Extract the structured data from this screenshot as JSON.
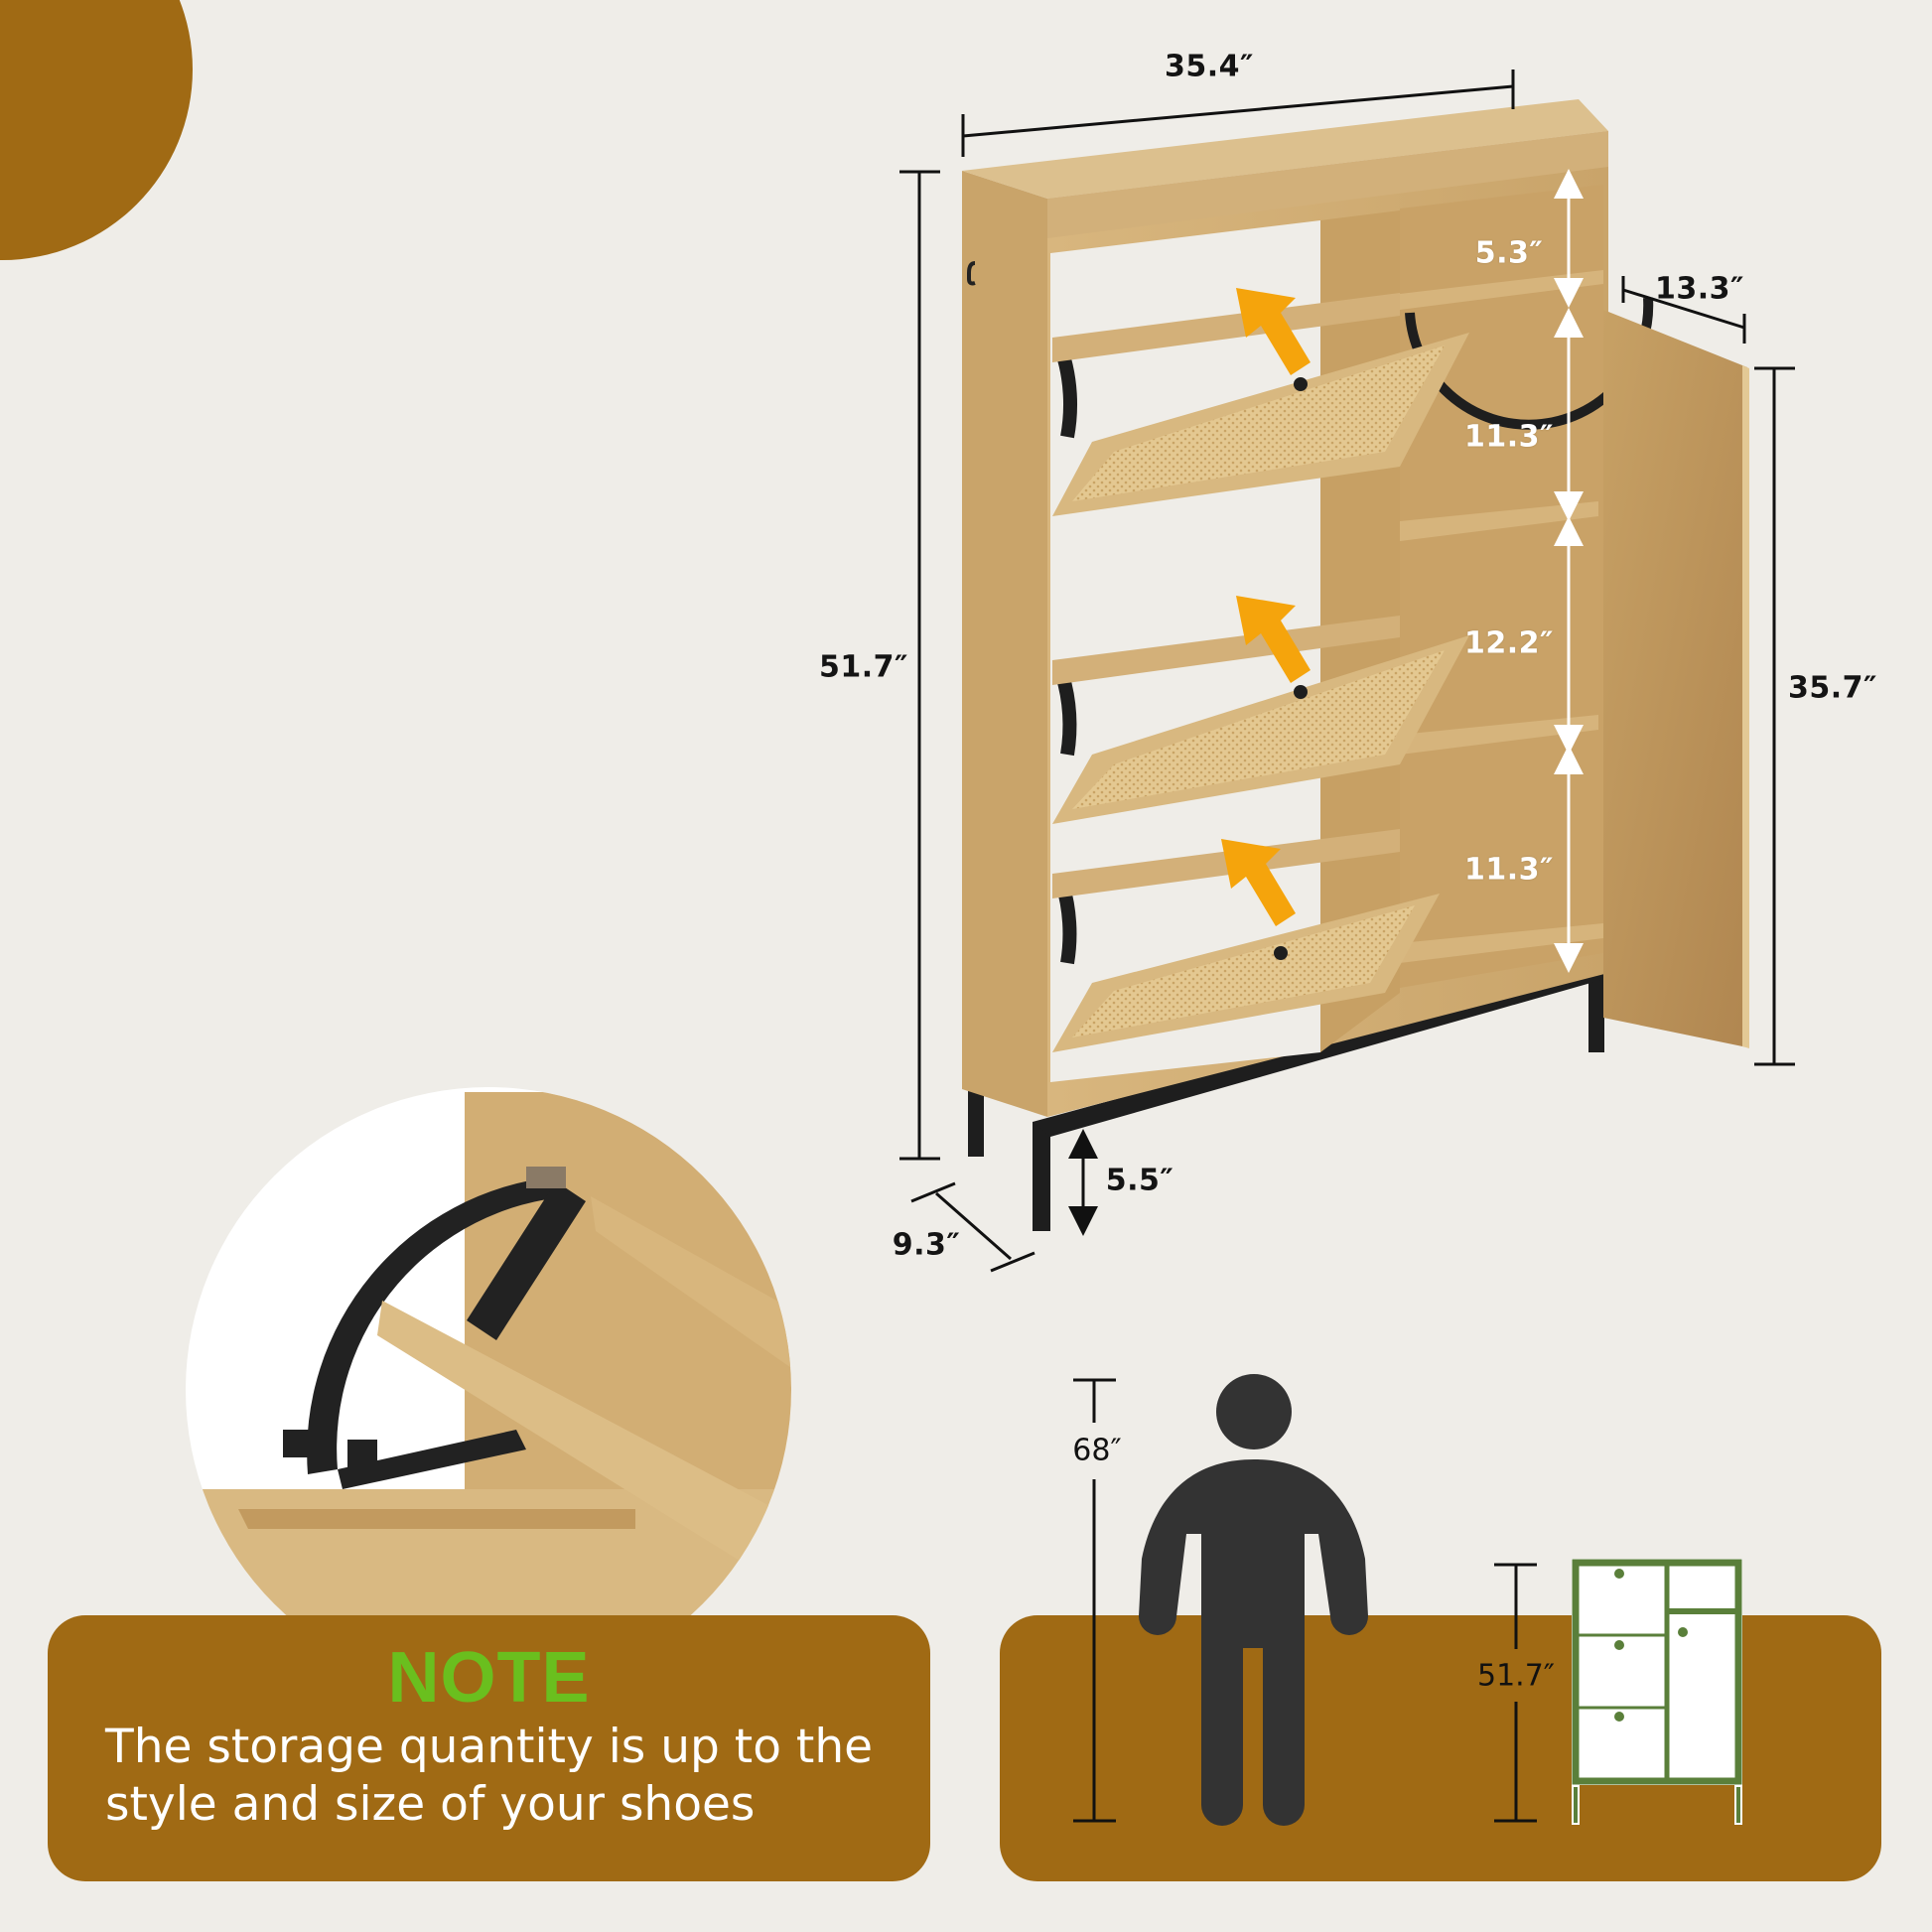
{
  "colors": {
    "background": "#efede8",
    "accent_brown": "#a06a14",
    "note_title_green": "#6abf1e",
    "wood": "#d4b27a",
    "wood_dark": "#b8925a",
    "arrow_orange": "#f5a40c",
    "metal_black": "#1e1e1e",
    "silhouette": "#333333",
    "icon_green": "#5a7f3a"
  },
  "dimensions": {
    "width": "35.4″",
    "height": "51.7″",
    "door_width": "13.3″",
    "door_height": "35.7″",
    "top_compartment": "5.3″",
    "shelf_1": "11.3″",
    "shelf_2": "12.2″",
    "shelf_3": "11.3″",
    "leg_height": "5.5″",
    "depth": "9.3″"
  },
  "note": {
    "title": "NOTE",
    "body": "The storage quantity is up to the style and size of your shoes"
  },
  "comparison": {
    "person_height": "68″",
    "cabinet_height": "51.7″"
  }
}
